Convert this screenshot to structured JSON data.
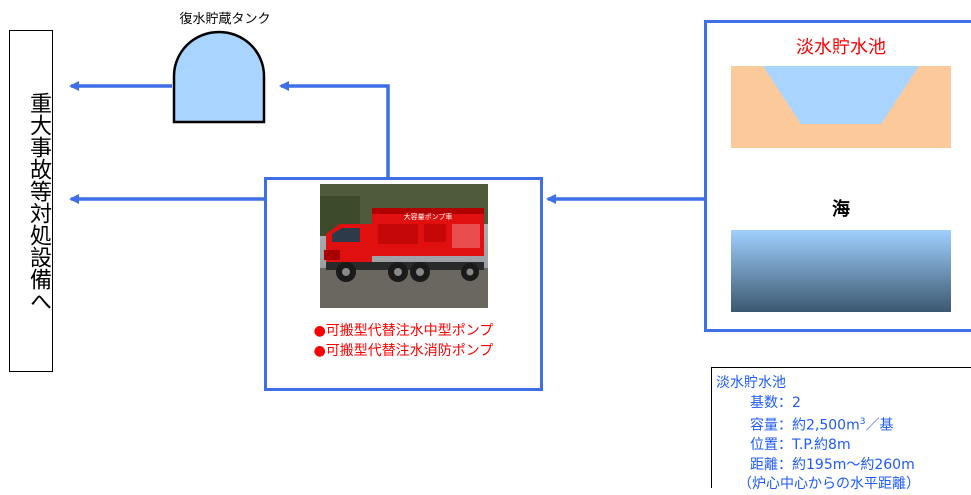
{
  "destination": {
    "label": "重大事故等対処設備へ"
  },
  "tank": {
    "label": "復水貯蔵タンク"
  },
  "pump": {
    "photo_caption": "大容量ポンプ車",
    "lines": [
      "●可搬型代替注水中型ポンプ",
      "●可搬型代替注水消防ポンプ"
    ]
  },
  "sources": {
    "pond_title": "淡水貯水池",
    "sea_title": "海"
  },
  "pond_info": {
    "title": "淡水貯水池",
    "count": "基数：2",
    "capacity_prefix": "容量：約2,500m",
    "capacity_sup": "3",
    "capacity_suffix": "／基",
    "position": "位置：T.P.約8m",
    "distance": "距離：約195m～約260m",
    "note": "（炉心中心からの水平距離）"
  },
  "colors": {
    "arrow": "#3f6fe6",
    "accent_red": "#ff0000",
    "info_text": "#1e5aff",
    "tank_fill": "#a8d4ff"
  }
}
